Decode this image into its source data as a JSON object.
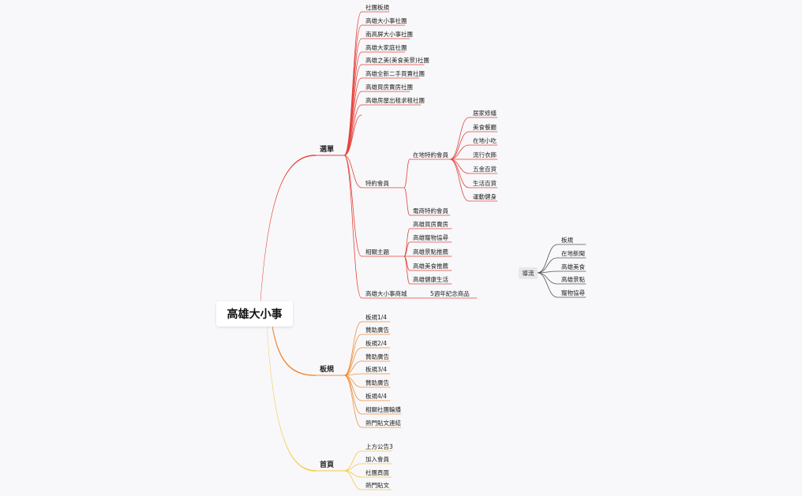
{
  "root": "高雄大小事",
  "colors": {
    "red": "#e5433b",
    "orange": "#ef8f3a",
    "yellow": "#f5c942",
    "dark": "#555555"
  },
  "branches": {
    "menu": {
      "label": "選單",
      "items": [
        "社團板規",
        "高雄大小事社團",
        "南高屏大小事社團",
        "高雄大家庭社團",
        "高雄之美(美食美景)社團",
        "高雄全新二手買賣社團",
        "高雄買房賣房社團",
        "高雄房屋出租求租社團"
      ],
      "special": {
        "label": "特約會員",
        "local": {
          "label": "在地特約會員",
          "items": [
            "居家修繕",
            "美食餐廳",
            "在地小吃",
            "流行衣飾",
            "五金百貨",
            "生活百貨",
            "運動健身"
          ]
        },
        "ecommerce": "電商特約會員"
      },
      "topics": {
        "label": "相關主題",
        "items": [
          "高雄買房賣房",
          "高雄寵物協尋",
          "高雄景點推薦",
          "高雄美食推薦",
          "高雄健康生活"
        ]
      },
      "mall": {
        "label": "高雄大小事商城",
        "child": "5週年紀念商品"
      }
    },
    "rules": {
      "label": "板規",
      "items": [
        "板規1/4",
        "贊助廣告",
        "板規2/4",
        "贊助廣告",
        "板規3/4",
        "贊助廣告",
        "板規4/4",
        "相關社團輪播",
        "熱門貼文連結"
      ]
    },
    "home": {
      "label": "首頁",
      "items": [
        "上方公告3",
        "加入會員",
        "社團頁面",
        "熱門貼文"
      ]
    }
  },
  "floating": {
    "label": "導流",
    "items": [
      "板規",
      "在地新聞",
      "高雄美食",
      "高雄景點",
      "寵物協尋"
    ]
  }
}
